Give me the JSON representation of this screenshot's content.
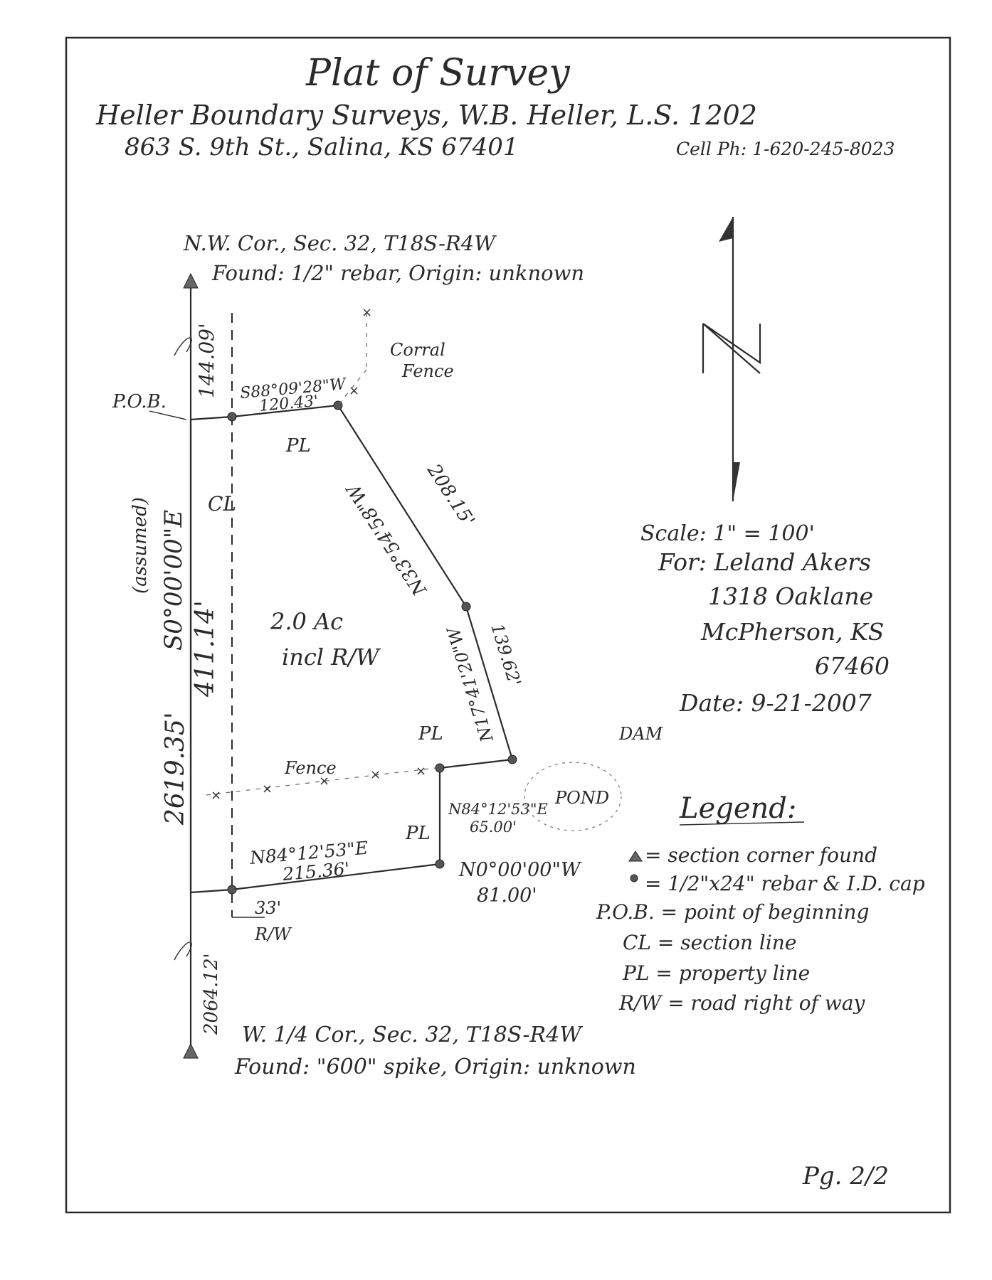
{
  "title": "Plat of Survey",
  "surveyor": {
    "line1": "Heller Boundary Surveys, W.B. Heller, L.S. 1202",
    "line2": "863 S. 9th St., Salina, KS 67401",
    "cell": "Cell Ph: 1-620-245-8023"
  },
  "nw_corner": {
    "line1": "N.W. Cor., Sec. 32, T18S-R4W",
    "line2": "Found: 1/2\" rebar, Origin: unknown"
  },
  "w_quarter_corner": {
    "line1": "W. 1/4 Cor., Sec. 32, T18S-R4W",
    "line2": "Found: \"600\" spike, Origin: unknown"
  },
  "labels": {
    "pob": "P.O.B.",
    "corral_fence": [
      "Corral",
      "Fence"
    ],
    "fence": "Fence",
    "pond": "POND",
    "dam": "DAM",
    "area": [
      "2.0 Ac",
      "incl R/W"
    ],
    "pl": "PL",
    "cl": "CL",
    "assumed": "(assumed)",
    "row_33": [
      "33'",
      "R/W"
    ]
  },
  "distances": {
    "top_dist": "144.09'",
    "bearing_total": "S0°00'00\"E",
    "dist_411": "411.14'",
    "dist_2619": "2619.35'",
    "bottom_dist": "2064.12'",
    "course1": {
      "bearing": "S88°09'28\"W",
      "distance": "120.43'"
    },
    "course2": {
      "bearing": "N33°54'58\"W",
      "distance": "208.15'"
    },
    "course3": {
      "bearing": "N17°41'20\"W",
      "distance": "139.62'"
    },
    "course4": {
      "bearing": "N84°12'53\"E",
      "distance": "65.00'"
    },
    "course5": {
      "bearing": "N0°00'00\"W",
      "distance": "81.00'"
    },
    "course6": {
      "bearing": "N84°12'53\"E",
      "distance": "215.36'"
    }
  },
  "info": {
    "scale": "Scale: 1\" = 100'",
    "for_label": "For: Leland Akers",
    "addr1": "1318 Oaklane",
    "addr2": "McPherson, KS",
    "zip": "67460",
    "date": "Date: 9-21-2007"
  },
  "legend": {
    "title": "Legend:",
    "items": [
      "= section corner found",
      "= 1/2\"x24\" rebar & I.D. cap",
      "P.O.B. = point of beginning",
      "CL = section line",
      "PL = property line",
      "R/W = road right of way"
    ]
  },
  "page_number": "Pg. 2/2"
}
